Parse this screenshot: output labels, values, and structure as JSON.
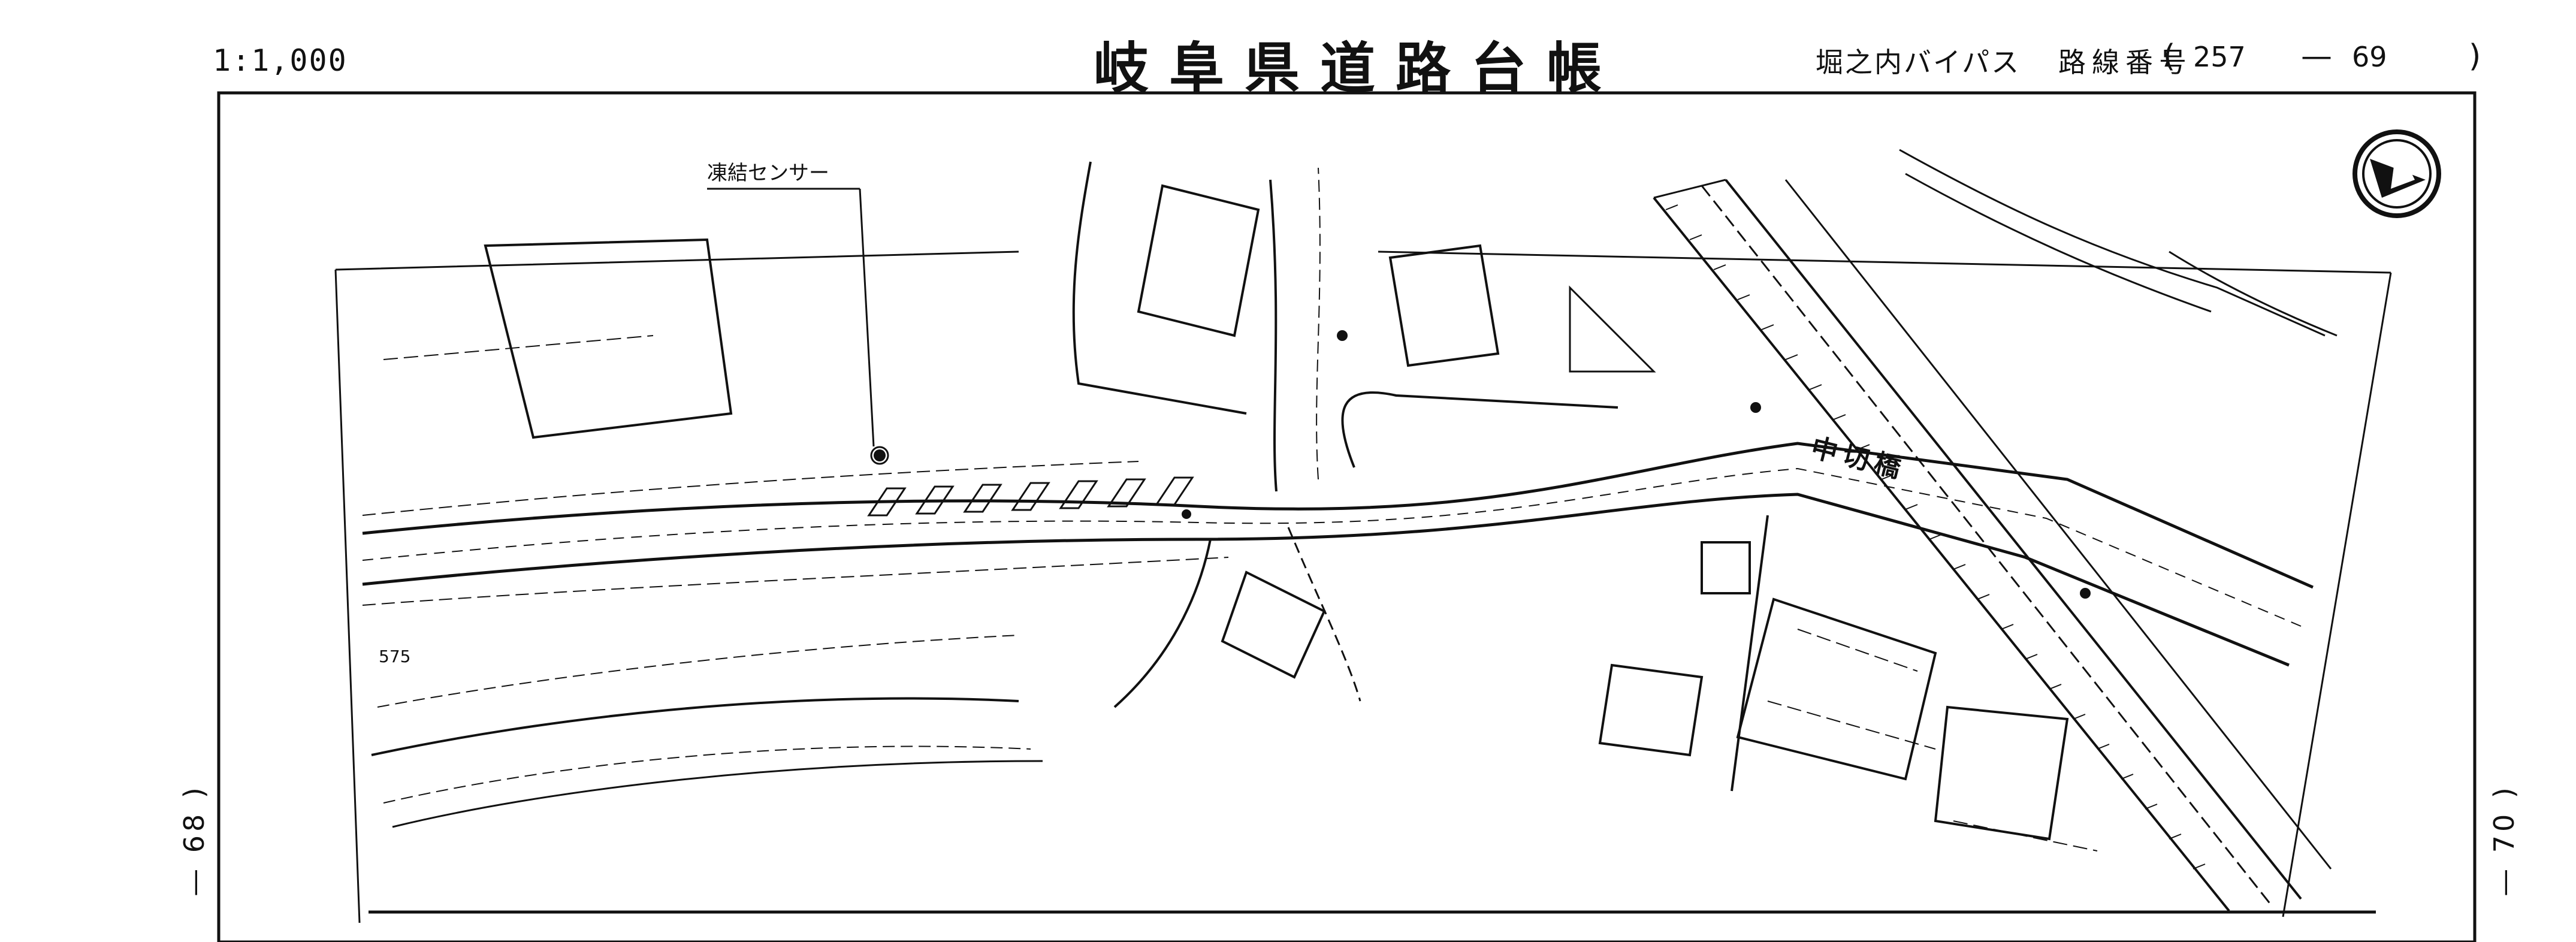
{
  "header": {
    "scale": "1:1,000",
    "title": "岐阜県道路台帳",
    "route_name": "堀之内バイパス",
    "route_number_label": "路線番号",
    "open_paren": "(",
    "route_code": "257",
    "separator": "—",
    "route_sheet": "69",
    "close_paren": ")"
  },
  "adjacent_sheets": {
    "left": "— 68 )",
    "right": "— 70 )"
  },
  "map_labels": {
    "sensor": "凍結センサー",
    "bridge": "中切橋",
    "elevation": "575"
  },
  "colors": {
    "ink": "#111111",
    "paper": "#ffffff"
  }
}
